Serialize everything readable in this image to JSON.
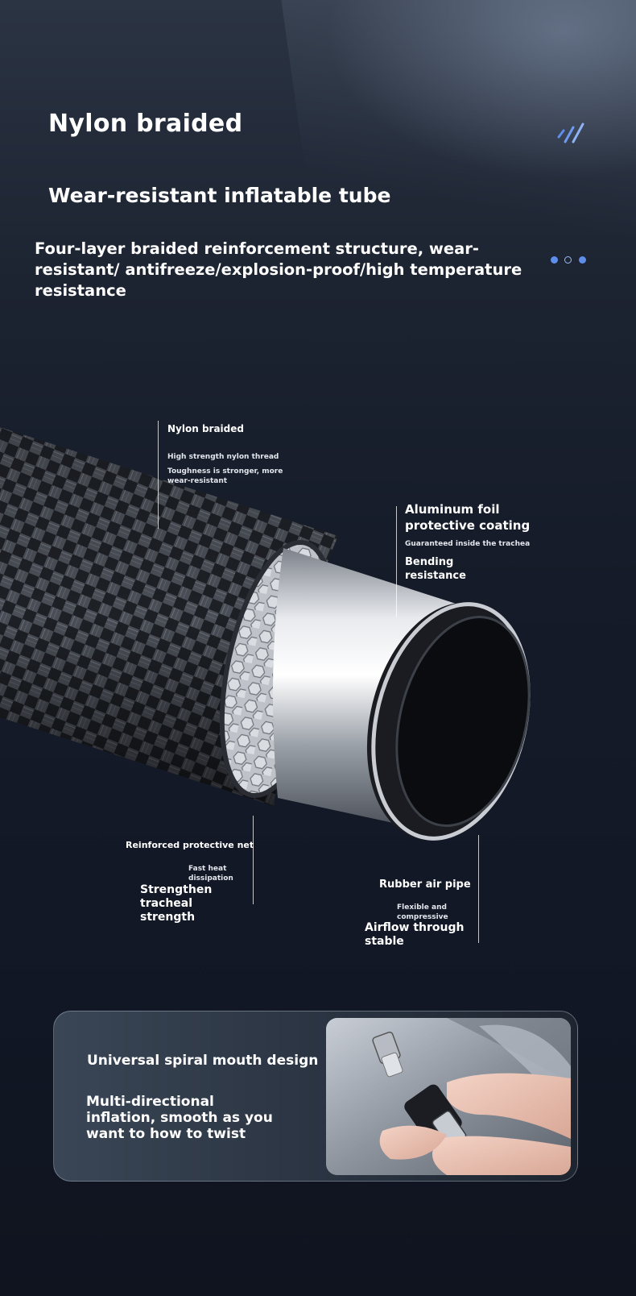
{
  "header": {
    "title": "Nylon braided",
    "subtitle": "Wear-resistant inflatable tube",
    "description": "Four-layer braided reinforcement structure, wear-resistant/ antifreeze/explosion-proof/high temperature resistance",
    "accent_color": "#5f8dea",
    "deco_icon": "double-slash-icon"
  },
  "callouts": {
    "nylon": {
      "title": "Nylon braided",
      "line1": "High strength nylon thread",
      "line2": "Toughness is stronger, more wear-resistant"
    },
    "aluminum": {
      "title": "Aluminum foil protective coating",
      "line1": "Guaranteed inside the trachea",
      "line2": "Bending resistance"
    },
    "net": {
      "title": "Reinforced protective net",
      "line1": "Fast heat dissipation",
      "line2": "Strengthen tracheal strength"
    },
    "rubber": {
      "title": "Rubber air pipe",
      "line1": "Flexible and compressive",
      "line2": "Airflow through stable"
    }
  },
  "card": {
    "title": "Universal spiral mouth design",
    "description": "Multi-directional inflation, smooth as you want to how to twist"
  }
}
